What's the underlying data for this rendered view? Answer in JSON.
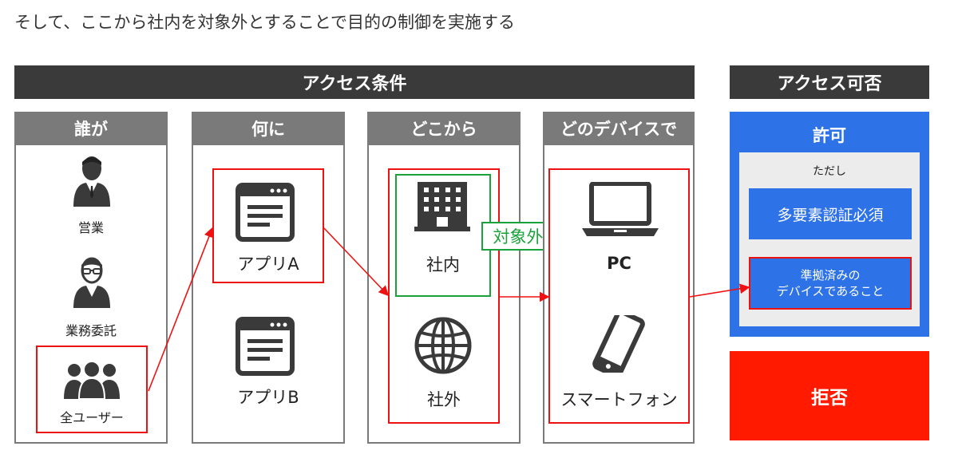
{
  "title": "そして、ここから社内を対象外とすることで目的の制御を実施する",
  "access_conditions_header": "アクセス条件",
  "access_result_header": "アクセス可否",
  "columns": {
    "who": {
      "header": "誰が",
      "items": [
        "営業",
        "業務委託",
        "全ユーザー"
      ]
    },
    "what": {
      "header": "何に",
      "items": [
        "アプリA",
        "アプリB"
      ]
    },
    "where": {
      "header": "どこから",
      "items": [
        "社内",
        "社外"
      ],
      "excluded_label": "対象外"
    },
    "device": {
      "header": "どのデバイスで",
      "items": [
        "PC",
        "スマートフォン"
      ]
    }
  },
  "result": {
    "allow": {
      "label": "許可",
      "caveat": "ただし",
      "conditions": [
        "多要素認証必須",
        "準拠済みの",
        "デバイスであること"
      ]
    },
    "deny": {
      "label": "拒否"
    }
  },
  "colors": {
    "dark_header": "#3a3a3a",
    "column_header": "#7a7a7a",
    "highlight_red": "#ee1111",
    "excluded_green": "#1aa23a",
    "allow_blue": "#2e72e8",
    "deny_red": "#ff1a00"
  },
  "icons": [
    "person-suit-icon",
    "person-glasses-icon",
    "group-icon",
    "app-window-icon",
    "building-icon",
    "globe-icon",
    "laptop-icon",
    "smartphone-icon"
  ]
}
